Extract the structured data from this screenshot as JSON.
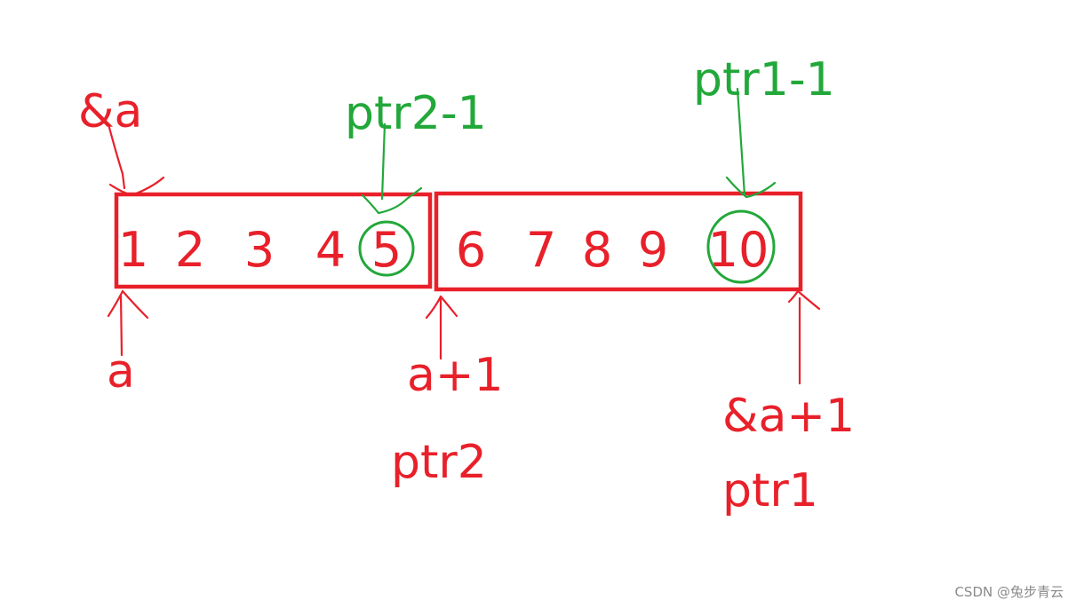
{
  "array": {
    "row1": [
      "1",
      "2",
      "3",
      "4",
      "5"
    ],
    "row2": [
      "6",
      "7",
      "8",
      "9",
      "10"
    ]
  },
  "labels": {
    "addr_a": "&a",
    "a": "a",
    "a_plus_1": "a+1",
    "ptr2": "ptr2",
    "addr_a_plus_1": "&a+1",
    "ptr1": "ptr1",
    "ptr2_minus_1": "ptr2-1",
    "ptr1_minus_1": "ptr1-1"
  },
  "watermark": "CSDN @兔步青云",
  "colors": {
    "red": "#e8202a",
    "green": "#22a83a",
    "watermark": "#8a8a8a"
  }
}
